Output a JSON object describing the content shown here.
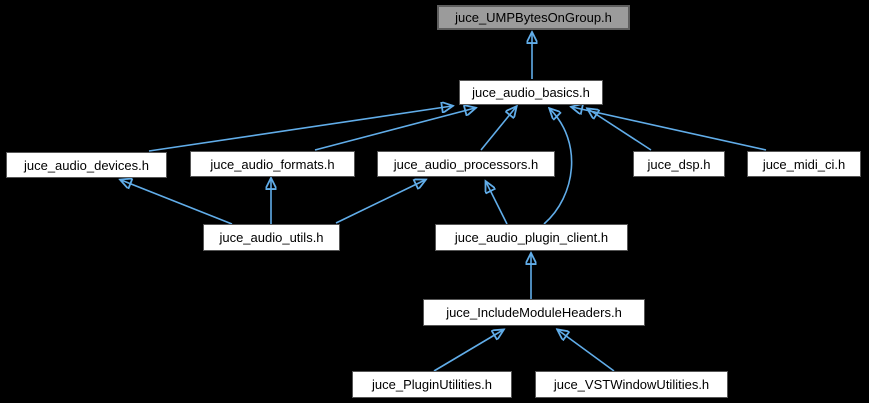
{
  "diagram": {
    "title": "Doxygen include dependency graph for juce_UMPBytesOnGroup.h",
    "colors": {
      "background": "#000000",
      "edge": "#61ade9",
      "node_fill": "#ffffff",
      "node_border": "#565656",
      "current_node_fill": "#9b9b9b",
      "text": "#000000"
    },
    "nodes": [
      {
        "id": "ump_bytes_on_group",
        "label": "juce_UMPBytesOnGroup.h",
        "current": true
      },
      {
        "id": "audio_basics",
        "label": "juce_audio_basics.h"
      },
      {
        "id": "audio_devices",
        "label": "juce_audio_devices.h"
      },
      {
        "id": "audio_formats",
        "label": "juce_audio_formats.h"
      },
      {
        "id": "audio_processors",
        "label": "juce_audio_processors.h"
      },
      {
        "id": "dsp",
        "label": "juce_dsp.h"
      },
      {
        "id": "midi_ci",
        "label": "juce_midi_ci.h"
      },
      {
        "id": "audio_utils",
        "label": "juce_audio_utils.h"
      },
      {
        "id": "audio_plugin_client",
        "label": "juce_audio_plugin_client.h"
      },
      {
        "id": "include_module_headers",
        "label": "juce_IncludeModuleHeaders.h"
      },
      {
        "id": "plugin_utilities",
        "label": "juce_PluginUtilities.h"
      },
      {
        "id": "vst_window_utilities",
        "label": "juce_VSTWindowUtilities.h"
      }
    ],
    "edges": [
      {
        "from": "juce_audio_basics.h",
        "to": "juce_UMPBytesOnGroup.h"
      },
      {
        "from": "juce_audio_devices.h",
        "to": "juce_audio_basics.h"
      },
      {
        "from": "juce_audio_formats.h",
        "to": "juce_audio_basics.h"
      },
      {
        "from": "juce_audio_processors.h",
        "to": "juce_audio_basics.h"
      },
      {
        "from": "juce_audio_plugin_client.h",
        "to": "juce_audio_basics.h"
      },
      {
        "from": "juce_dsp.h",
        "to": "juce_audio_basics.h"
      },
      {
        "from": "juce_midi_ci.h",
        "to": "juce_audio_basics.h"
      },
      {
        "from": "juce_audio_utils.h",
        "to": "juce_audio_devices.h"
      },
      {
        "from": "juce_audio_utils.h",
        "to": "juce_audio_formats.h"
      },
      {
        "from": "juce_audio_utils.h",
        "to": "juce_audio_processors.h"
      },
      {
        "from": "juce_audio_plugin_client.h",
        "to": "juce_audio_processors.h"
      },
      {
        "from": "juce_IncludeModuleHeaders.h",
        "to": "juce_audio_plugin_client.h"
      },
      {
        "from": "juce_PluginUtilities.h",
        "to": "juce_IncludeModuleHeaders.h"
      },
      {
        "from": "juce_VSTWindowUtilities.h",
        "to": "juce_IncludeModuleHeaders.h"
      }
    ]
  }
}
